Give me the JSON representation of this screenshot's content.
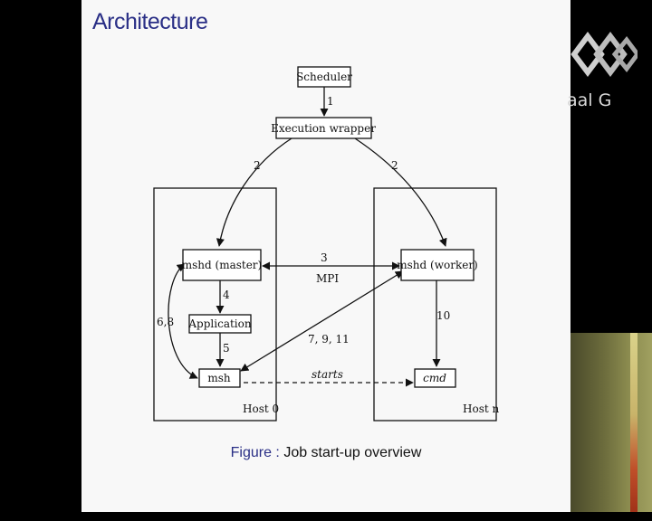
{
  "slide": {
    "title": "Architecture",
    "caption_prefix": "Figure :",
    "caption_text": "Job start-up overview"
  },
  "logo": {
    "text": "aal G",
    "icon": "aalto-logo-icon"
  },
  "diagram": {
    "nodes": {
      "scheduler": "Scheduler",
      "wrapper": "Execution wrapper",
      "master": "mshd (master)",
      "worker": "mshd (worker)",
      "application": "Application",
      "msh": "msh",
      "cmd": "cmd"
    },
    "hosts": {
      "host0": "Host 0",
      "hostn": "Host n"
    },
    "edges": {
      "e1": "1",
      "e2_left": "2",
      "e2_right": "2",
      "e3": "3",
      "mpi": "MPI",
      "e4": "4",
      "e5": "5",
      "e68": "6,8",
      "e7911": "7, 9, 11",
      "e10": "10",
      "starts": "starts"
    }
  },
  "colors": {
    "title": "#2a2f86",
    "slide_bg": "#f8f8f8",
    "frame": "#000000"
  }
}
